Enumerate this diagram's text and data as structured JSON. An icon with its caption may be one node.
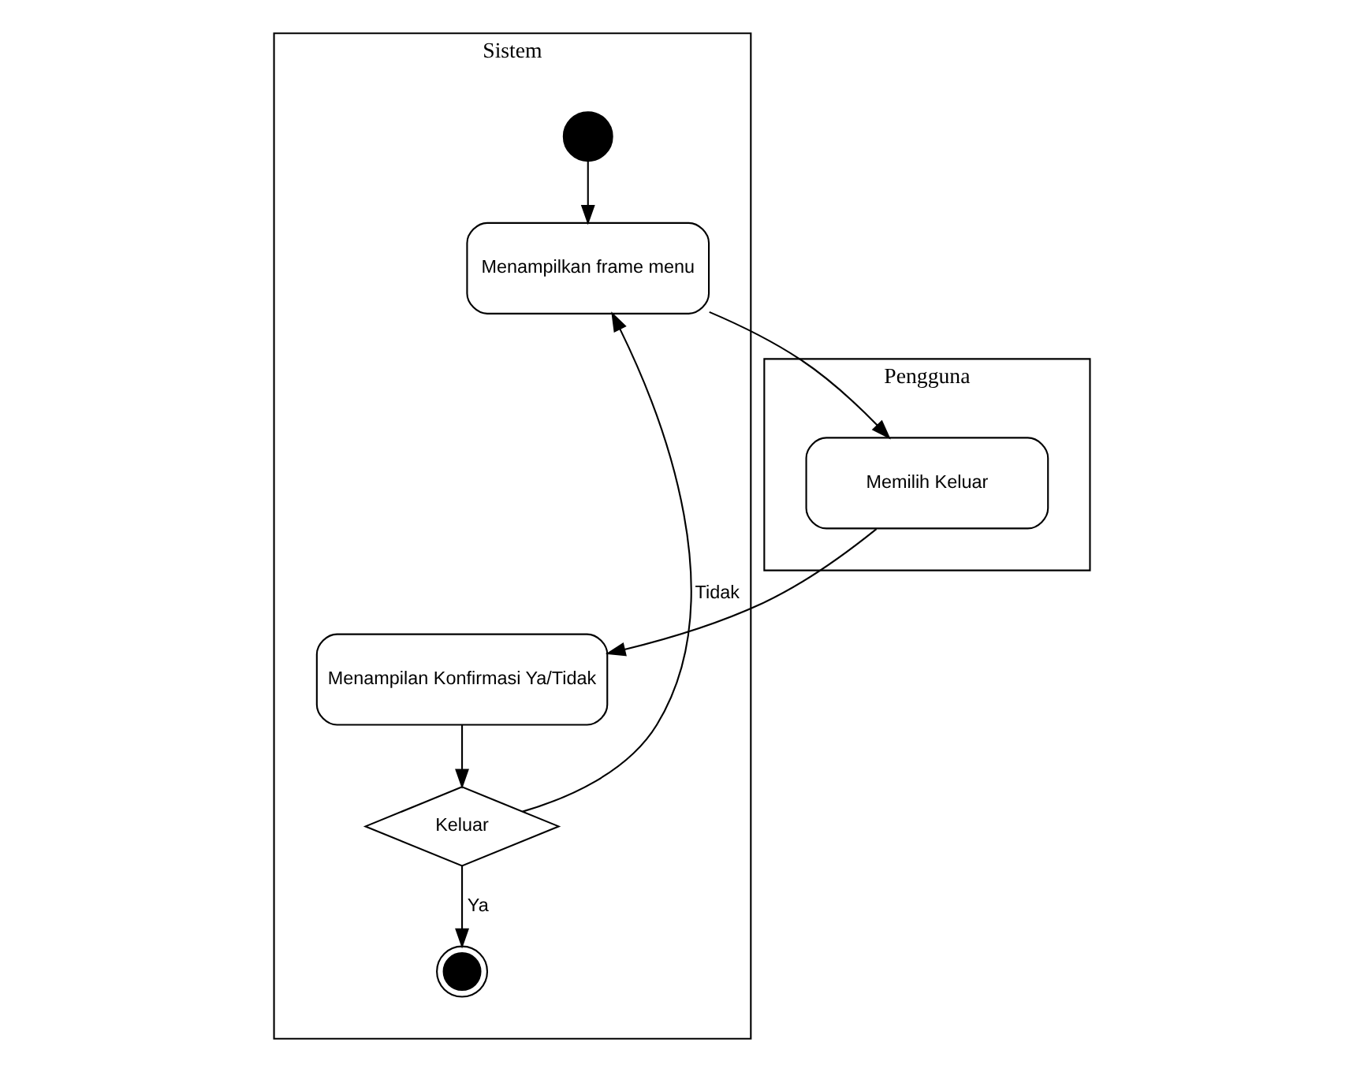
{
  "diagram": {
    "nodes": [
      {
        "text": [
          "Pengguna"
        ]
      },
      {
        "text": [
          "Sistem"
        ]
      },
      {
        "text": [],
        "shape": "circle",
        "in": 1
      },
      {
        "text": [
          "Menampilkan frame menu"
        ],
        "in": 1
      },
      {
        "text": [
          "Memilih Keluar"
        ],
        "in": 0
      },
      {
        "text": [
          "Menampilan Konfirmasi Ya/Tidak"
        ],
        "in": 1
      },
      {
        "text": [
          "Keluar"
        ],
        "in": 1
      },
      {
        "text": [],
        "shape": "circle",
        "in": 1
      }
    ],
    "edges": [
      {
        "from": 2,
        "to": 3,
        "arrow": "to"
      },
      {
        "from": 3,
        "to": 4,
        "arrow": "to"
      },
      {
        "from": 4,
        "to": 5,
        "arrow": "to"
      },
      {
        "from": 5,
        "to": 6,
        "arrow": "to"
      },
      {
        "from": 6,
        "to": 3,
        "arrow": "to",
        "label": "Tidak"
      },
      {
        "from": 6,
        "to": 7,
        "arrow": "to",
        "label": "Ya"
      }
    ]
  }
}
